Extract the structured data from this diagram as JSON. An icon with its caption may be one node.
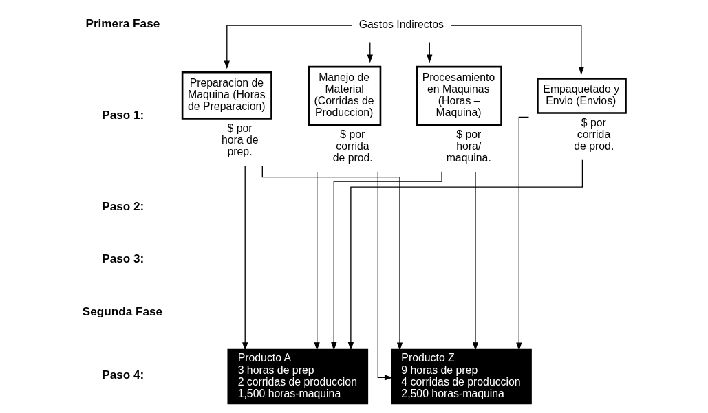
{
  "diagram": {
    "nodes": [
      {
        "text": [
          "Gastos Indirectos"
        ]
      },
      {
        "text": [
          "Preparacion de Maquina (Horas de Preparacion)"
        ],
        "beside": [
          "$ por hora de prep."
        ]
      },
      {
        "text": [
          "Manejo de Material (Corridas de Produccion)"
        ],
        "beside": [
          "$ por corrida de prod."
        ]
      },
      {
        "text": [
          "Procesamiento en Maquinas (Horas – Maquina)"
        ],
        "beside": [
          "$ por hora/ maquina."
        ]
      },
      {
        "text": [
          "Empaquetado y Envio (Envios)"
        ],
        "beside": [
          "$ por corrida de prod."
        ]
      },
      {
        "text": [
          "Producto A",
          "3 horas de prep",
          "2 corridas de produccion",
          "1,500 horas-maquina"
        ]
      },
      {
        "text": [
          "Producto Z",
          "9 horas de prep",
          "4 corridas de produccion",
          "2,500 horas-maquina"
        ]
      }
    ],
    "edges": [
      {
        "from": 0,
        "to": 1,
        "arrow": "to"
      },
      {
        "from": 0,
        "to": 2,
        "arrow": "to"
      },
      {
        "from": 0,
        "to": 3,
        "arrow": "to"
      },
      {
        "from": 0,
        "to": 4,
        "arrow": "to"
      },
      {
        "from": 1,
        "to": 5,
        "arrow": "to"
      },
      {
        "from": 2,
        "to": 5,
        "arrow": "to"
      },
      {
        "from": 3,
        "to": 5,
        "arrow": "to"
      },
      {
        "from": 4,
        "to": 5,
        "arrow": "to"
      },
      {
        "from": 1,
        "to": 6,
        "arrow": "to"
      },
      {
        "from": 2,
        "to": 6,
        "arrow": "to"
      },
      {
        "from": 3,
        "to": 6,
        "arrow": "to"
      },
      {
        "from": 4,
        "to": 6,
        "arrow": "to"
      }
    ],
    "labels": [
      "Primera Fase",
      "Paso 1:",
      "Paso 2:",
      "Paso 3:",
      "Segunda Fase",
      "Paso 4:"
    ]
  }
}
